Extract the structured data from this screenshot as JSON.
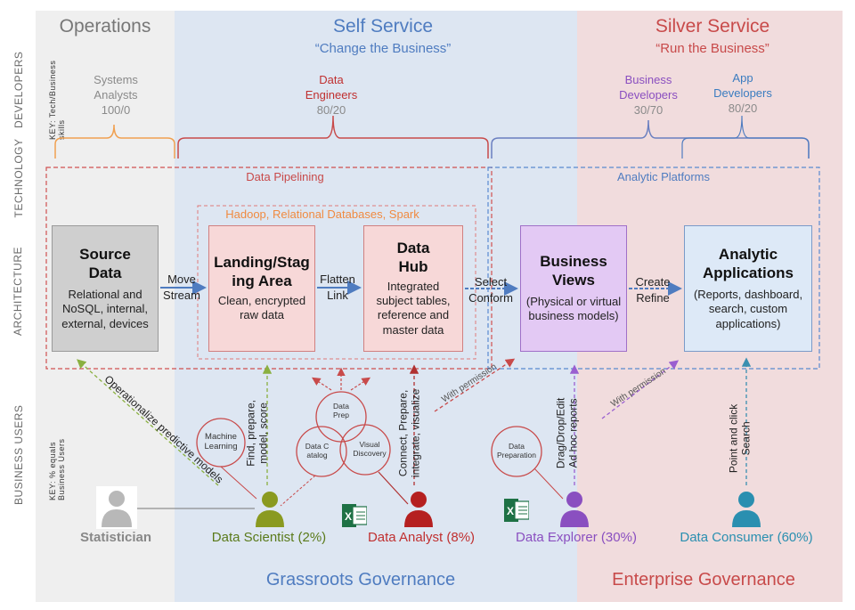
{
  "colors": {
    "operations_bg": "#efefef",
    "self_service_bg": "#dde6f2",
    "silver_bg": "#f1dcdd",
    "section_blue": "#4f7cc0",
    "section_red": "#c84a4a",
    "orange": "#f0a050",
    "pink_box": "#f7d8d8",
    "purple_box": "#e3c9f4",
    "blue_box": "#dde9f7",
    "grey_box": "#cfcfcf"
  },
  "sections": {
    "operations": "Operations",
    "self_service": "Self Service",
    "self_service_sub": "“Change the Business”",
    "silver_service": "Silver Service",
    "silver_service_sub": "“Run the Business”"
  },
  "row_labels": {
    "developers": "DEVELOPERS",
    "technology": "TECHNOLOGY",
    "architecture": "ARCHITECTURE",
    "business_users": "BUSINESS USERS",
    "key_dev": "KEY: Tech/Business skills",
    "key_users": "KEY: % equals Business Users"
  },
  "developers": [
    {
      "name": "Systems Analysts",
      "ratio": "100/0"
    },
    {
      "name": "Data Engineers",
      "ratio": "80/20"
    },
    {
      "name": "Business Developers",
      "ratio": "30/70"
    },
    {
      "name": "App Developers",
      "ratio": "80/20"
    }
  ],
  "zones": {
    "data_pipelining": "Data Pipelining",
    "analytic_platforms": "Analytic Platforms",
    "hadoop": "Hadoop, Relational Databases, Spark"
  },
  "boxes": {
    "source": {
      "title": "Source Data",
      "desc": "Relational and NoSQL, internal, external, devices"
    },
    "landing": {
      "title": "Landing/Staging Area",
      "desc": "Clean, encrypted raw data"
    },
    "hub": {
      "title": "Data Hub",
      "desc": "Integrated subject tables, reference and master data"
    },
    "views": {
      "title": "Business Views",
      "desc": "(Physical or virtual business models)"
    },
    "apps": {
      "title": "Analytic Applications",
      "desc": "(Reports, dashboard, search, custom applications)"
    }
  },
  "flows": {
    "move": "Move",
    "stream": "Stream",
    "flatten": "Flatten",
    "link": "Link",
    "select": "Select",
    "conform": "Conform",
    "create": "Create",
    "refine": "Refine"
  },
  "user_actions": {
    "operationalize": "Operationalize predictive models",
    "find": "Find, prepare,",
    "model": "model, score",
    "connect": "Connect, Prepare,",
    "integrate": "integrate, visualize",
    "with_permission": "With permission",
    "drag": "Drag/Drop/Edit",
    "adhoc": "Ad hoc reports",
    "with_permission2": "With permission",
    "point": "Point and click",
    "search": "Search"
  },
  "circles": {
    "ml": "Machine Learning",
    "data_prep": "Data Prep",
    "data_catalog": "Data Catalog",
    "visual_discovery": "Visual Discovery",
    "data_preparation": "Data Preparation"
  },
  "users": [
    {
      "name": "Statistician",
      "color": "#888888"
    },
    {
      "name": "Data Scientist (2%)",
      "color": "#6a8a2a"
    },
    {
      "name": "Data Analyst (8%)",
      "color": "#c03030"
    },
    {
      "name": "Data Explorer (30%)",
      "color": "#8a4fc0"
    },
    {
      "name": "Data Consumer (60%)",
      "color": "#2a8fb0"
    }
  ],
  "governance": {
    "grassroots": "Grassroots Governance",
    "enterprise": "Enterprise Governance"
  }
}
